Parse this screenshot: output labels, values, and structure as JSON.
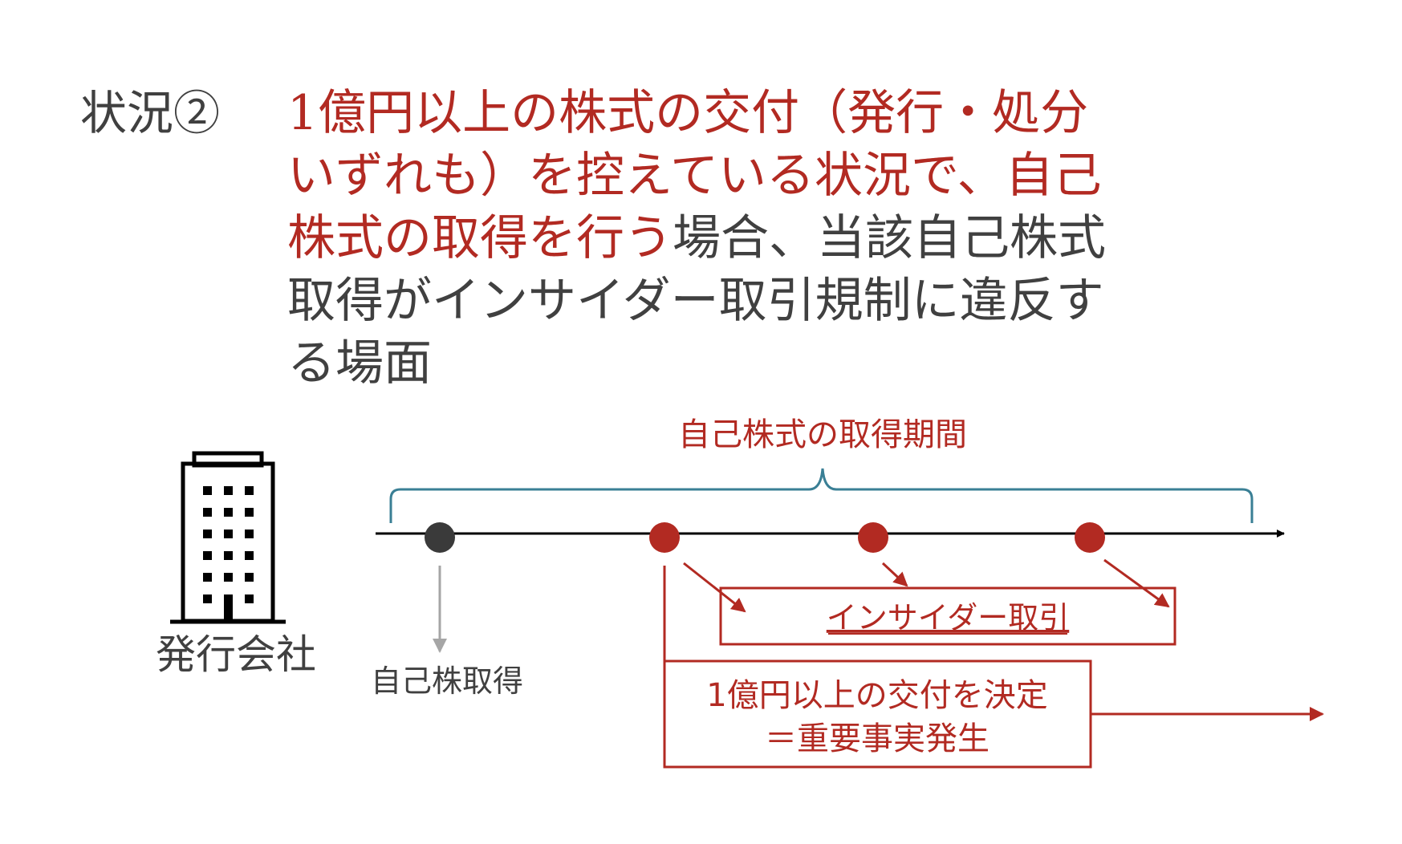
{
  "situation_label": "状況②",
  "heading": {
    "line1_red": "1億円以上の株式の交付（発行・処分",
    "line2_red": "いずれも）を控えている状況で、自己",
    "line3_red": "株式の取得を行う",
    "line3_dark": "場合、当該自己株式",
    "line4_dark": "取得がインサイダー取引規制に違反す",
    "line5_dark": "る場面"
  },
  "diagram": {
    "period_label": "自己株式の取得期間",
    "company_label": "発行会社",
    "acquisition_label": "自己株取得",
    "insider_label": "インサイダー取引",
    "fact_line1": "1億円以上の交付を決定",
    "fact_line2": "＝重要事実発生"
  },
  "colors": {
    "red": "#b22a22",
    "dark_text": "#404040",
    "brace": "#3a7f95",
    "gray_arrow": "#a6a6a6",
    "dark_dot": "#3a3a3a"
  }
}
